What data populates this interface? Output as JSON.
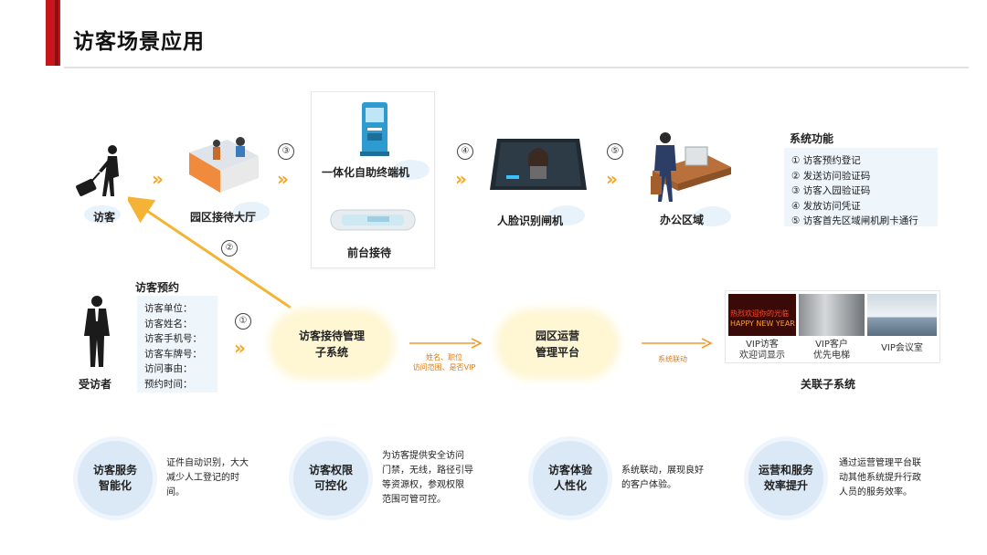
{
  "header": {
    "title": "访客场景应用"
  },
  "flow": {
    "visitor": "访客",
    "lobby": "园区接待大厅",
    "kiosk": "一体化自助终端机",
    "front_desk": "前台接待",
    "face_gate": "人脸识别闸机",
    "office": "办公区域",
    "host": "受访者",
    "steps": [
      "①",
      "②",
      "③",
      "④",
      "⑤"
    ]
  },
  "functions": {
    "title": "系统功能",
    "items": [
      "① 访客预约登记",
      "② 发送访问验证码",
      "③ 访客入园验证码",
      "④ 发放访问凭证",
      "⑤ 访客首先区域闸机刷卡通行"
    ]
  },
  "reservation": {
    "title": "访客预约",
    "fields": [
      "访客单位：",
      "访客姓名：",
      "访客手机号：",
      "访客车牌号：",
      "访问事由：",
      "预约时间："
    ]
  },
  "systems": {
    "reception_line1": "访客接待管理",
    "reception_line2": "子系统",
    "ops_line1": "园区运营",
    "ops_line2": "管理平台",
    "arrow1_line1": "姓名、职位",
    "arrow1_line2": "访问范围、是否VIP",
    "arrow2": "系统联动",
    "associated_title": "关联子系统",
    "associated": [
      {
        "line1": "VIP访客",
        "line2": "欢迎词显示",
        "screen_text": "热烈欢迎你的光临",
        "screen_text2": "HAPPY NEW YEAR"
      },
      {
        "line1": "VIP客户",
        "line2": "优先电梯"
      },
      {
        "line1": "VIP会议室",
        "line2": ""
      }
    ]
  },
  "benefits": [
    {
      "name_line1": "访客服务",
      "name_line2": "智能化",
      "desc": [
        "证件自动识别，大大",
        "减少人工登记的时",
        "间。"
      ]
    },
    {
      "name_line1": "访客权限",
      "name_line2": "可控化",
      "desc": [
        "为访客提供安全访问",
        "门禁，无线，路径引导",
        "等资源权，参观权限",
        "范围可管可控。"
      ]
    },
    {
      "name_line1": "访客体验",
      "name_line2": "人性化",
      "desc": [
        "系统联动，展现良好",
        "的客户体验。"
      ]
    },
    {
      "name_line1": "运营和服务",
      "name_line2": "效率提升",
      "desc": [
        "通过运营管理平台联",
        "动其他系统提升行政",
        "人员的服务效率。"
      ]
    }
  ]
}
